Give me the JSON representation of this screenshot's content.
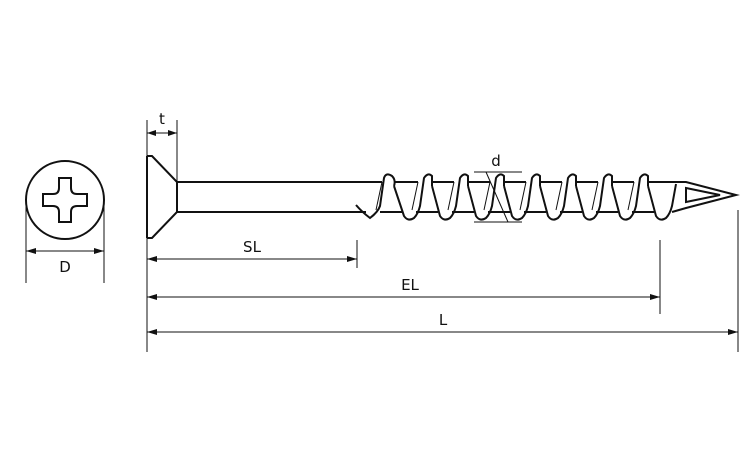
{
  "labels": {
    "t": "t",
    "d": "d",
    "D": "D",
    "SL": "SL",
    "EL": "EL",
    "L": "L"
  },
  "colors": {
    "line": "#111111",
    "background": "#ffffff"
  },
  "icons": {
    "head": "phillips-cross-recess-icon"
  }
}
